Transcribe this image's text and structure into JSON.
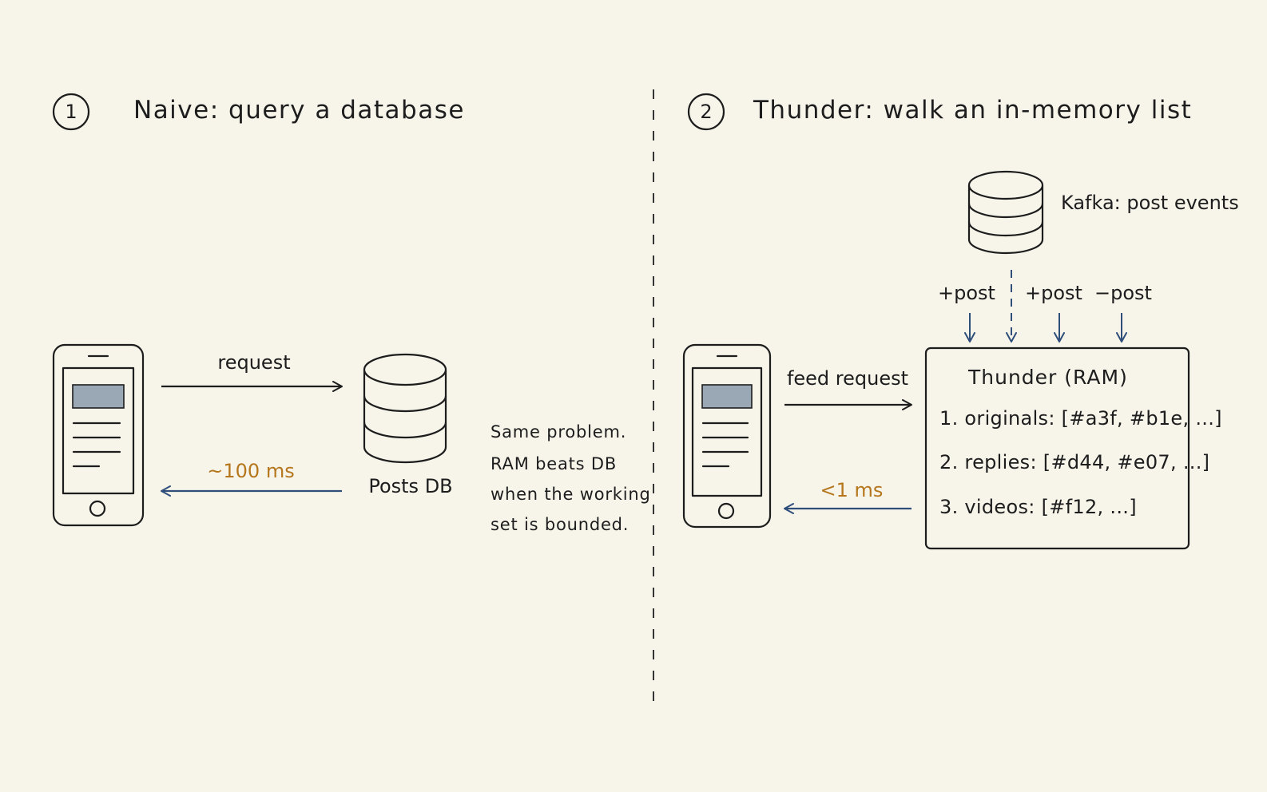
{
  "colors": {
    "background": "#f7f4ea",
    "ink": "#1d1d1d",
    "response_arrow": "#2f4f7a",
    "latency_text": "#b5761c",
    "screen_header": "#9aa8b5"
  },
  "left_panel": {
    "number": "1",
    "title": "Naive: query a database",
    "request_label": "request",
    "latency": "~100 ms",
    "db_label": "Posts DB",
    "note_lines": [
      "Same problem.",
      "RAM beats DB",
      "when the working",
      "set is bounded."
    ]
  },
  "right_panel": {
    "number": "2",
    "title": "Thunder: walk an in-memory list",
    "kafka_label": "Kafka: post events",
    "events": [
      "+post",
      "+post",
      "−post"
    ],
    "request_label": "feed request",
    "latency": "<1 ms",
    "thunder_title": "Thunder (RAM)",
    "lists": [
      "1. originals: [#a3f, #b1e, ...]",
      "2. replies: [#d44, #e07, ...]",
      "3. videos: [#f12, ...]"
    ]
  },
  "icons": [
    "phone-icon",
    "database-icon",
    "arrow-right-icon",
    "arrow-left-icon",
    "arrow-down-icon"
  ]
}
